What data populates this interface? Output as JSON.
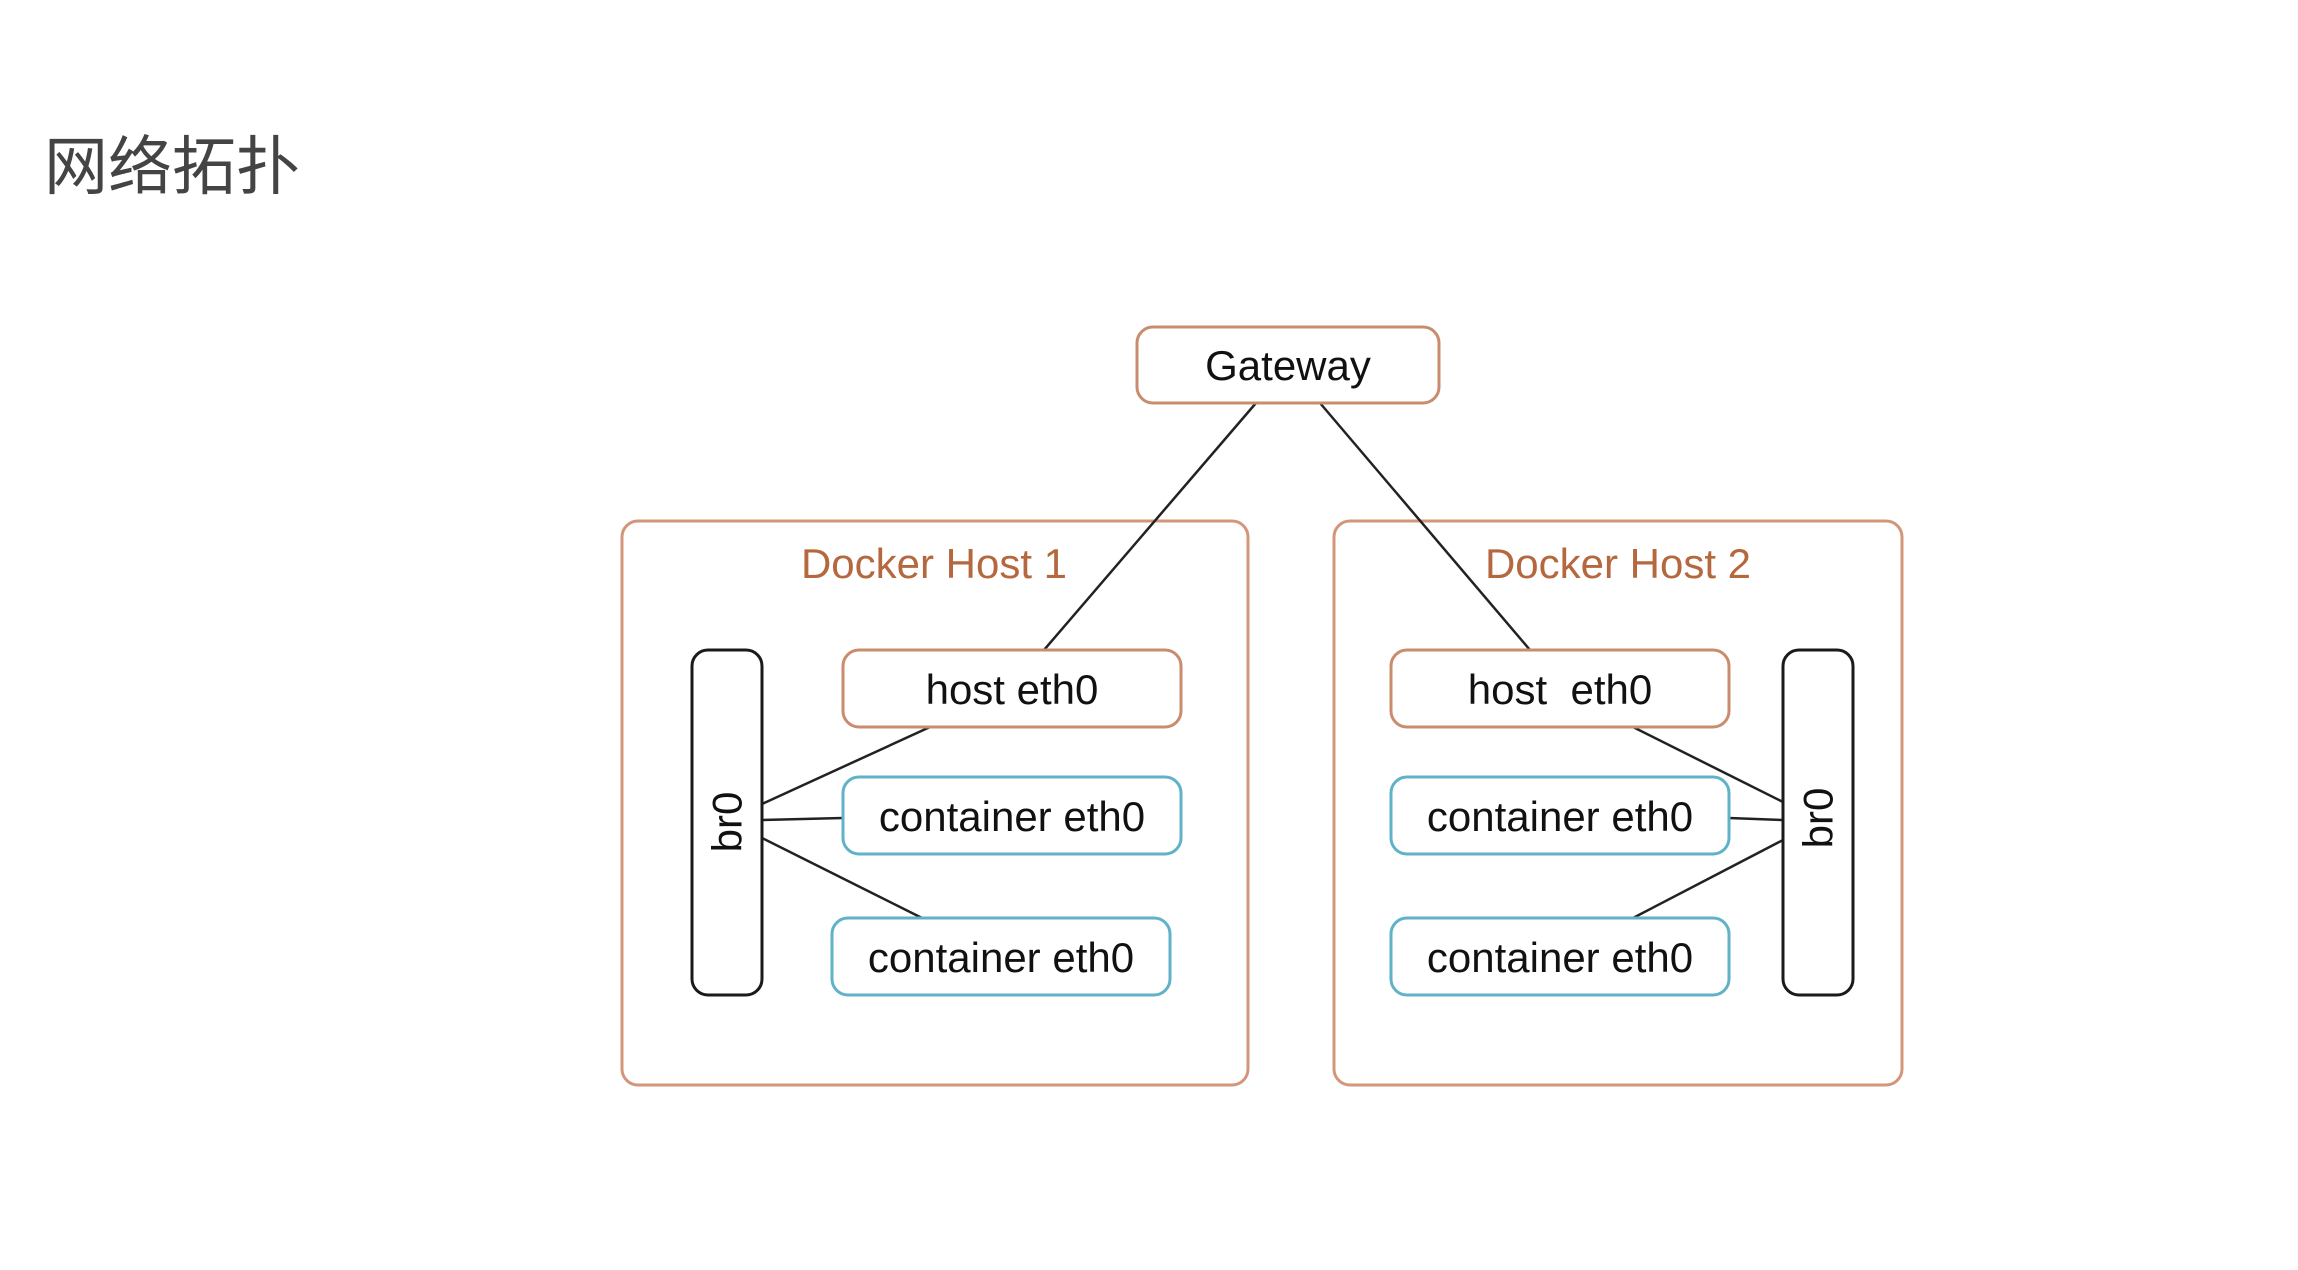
{
  "slide": {
    "title": "网络拓扑"
  },
  "diagram": {
    "gateway": {
      "label": "Gateway"
    },
    "host1": {
      "title": "Docker Host 1",
      "host_nic": "host eth0",
      "container_nics": [
        "container eth0",
        "container eth0"
      ],
      "bridge": "br0"
    },
    "host2": {
      "title": "Docker Host 2",
      "host_nic": "host  eth0",
      "container_nics": [
        "container eth0",
        "container eth0"
      ],
      "bridge": "br0"
    }
  },
  "colors": {
    "host_frame": "#d4967a",
    "host_title": "#b5673e",
    "host_nic_border": "#c98c6d",
    "container_nic_border": "#5fb2c7",
    "link": "#222222"
  }
}
